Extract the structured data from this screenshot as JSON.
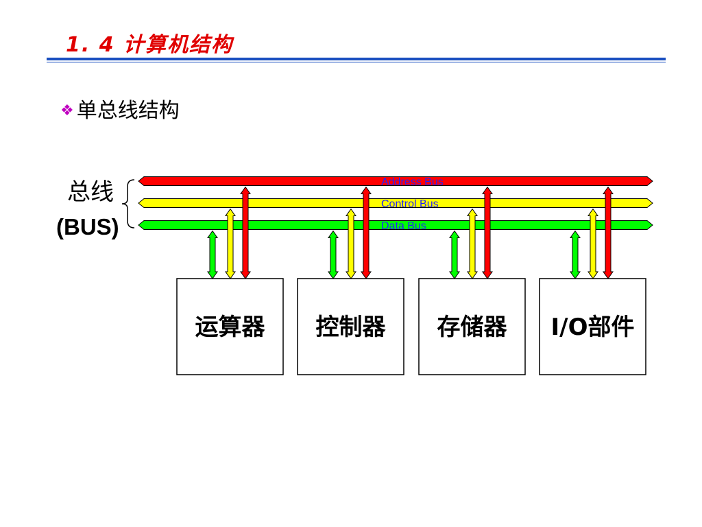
{
  "slide": {
    "title": "1. 4  计算机结构",
    "bullet_symbol": "❖",
    "bullet_text": "单总线结构"
  },
  "bus": {
    "name": "总线",
    "abbr": "(BUS)",
    "lines": [
      {
        "key": "address",
        "label": "Address Bus",
        "color": "#ff0000"
      },
      {
        "key": "control",
        "label": "Control Bus",
        "color": "#ffff00"
      },
      {
        "key": "data",
        "label": "Data Bus",
        "color": "#00ff00"
      }
    ]
  },
  "units": [
    {
      "key": "alu",
      "label": "运算器"
    },
    {
      "key": "controller",
      "label": "控制器"
    },
    {
      "key": "memory",
      "label": "存储器"
    },
    {
      "key": "io",
      "label": "I/O部件"
    }
  ]
}
